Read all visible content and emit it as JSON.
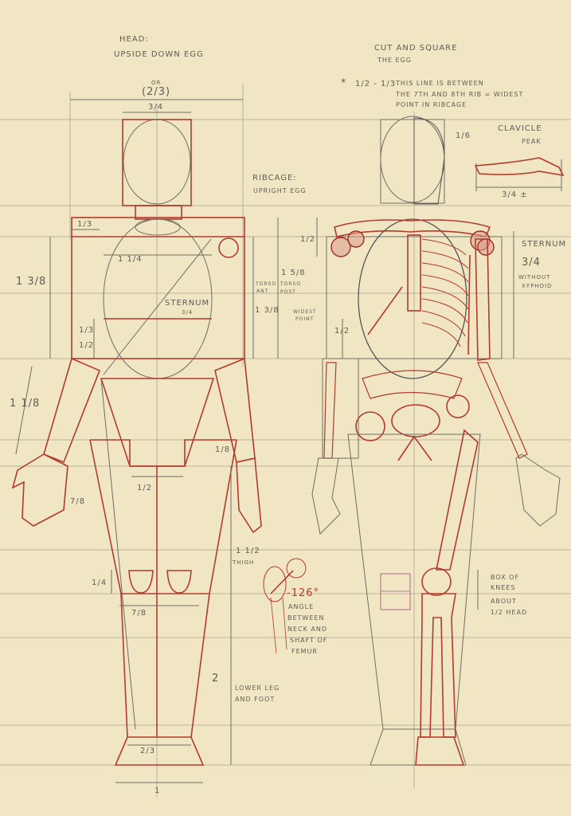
{
  "colors": {
    "paper": "#f1e6c3",
    "pencil": "#6f6c63",
    "red_pencil": "#b43a2c"
  },
  "left_figure": {
    "head_title": "HEAD:",
    "head_subtitle": "UPSIDE DOWN EGG",
    "or": "OR",
    "two_thirds_top": "(2/3)",
    "head_width": "3/4",
    "shoulder": "1/3",
    "torso_height": "1 3/8",
    "ribcage_width": "1 1/4",
    "sternum": "STERNUM",
    "sternum_value": "3/4",
    "third": "1/3",
    "half": "1/2",
    "upper_arm": "1 1/8",
    "hand": "7/8",
    "pelvis_width": "1/2",
    "hip_eighth": "1/8",
    "knee": "1/4",
    "knee_width": "7/8",
    "ankle": "2/3",
    "foot_width": "1",
    "thigh_value": "1 1/2",
    "thigh": "THIGH",
    "lower_leg_value": "2",
    "lower_leg": "LOWER LEG",
    "and_foot": "AND FOOT"
  },
  "middle": {
    "ribcage_title": "RIBCAGE:",
    "ribcage_subtitle": "UPRIGHT EGG",
    "torso_post_value": "1 5/8",
    "torso_ant": "TORSO",
    "torso_ant2": "ANT",
    "torso_post": "TORSO",
    "torso_post2": "POST",
    "torso_ant_value": "1 3/8",
    "femur_angle": "-126°",
    "angle_lines": [
      "ANGLE",
      "BETWEEN",
      "NECK AND",
      "SHAFT OF",
      "FEMUR"
    ]
  },
  "right_figure": {
    "cut_title": "CUT AND SQUARE",
    "cut_subtitle": "THE EGG",
    "note_star": "*",
    "note_fraction": "1/2 - 1/3",
    "note_lines": [
      "THIS LINE IS BETWEEN",
      "THE 7TH AND 8TH RIB = WIDEST",
      "POINT IN RIBCAGE"
    ],
    "head_sixth": "1/6",
    "clavicle": "CLAVICLE",
    "peak": "PEAK",
    "clavicle_width": "3/4 ±",
    "shoulder_half": "1/2",
    "widest": "WIDEST",
    "point": "POINT",
    "waist_half": "1/2",
    "sternum": "STERNUM",
    "sternum_value": "3/4",
    "without": "WITHOUT",
    "xyphoid": "XYPHOID",
    "box_of": "BOX OF",
    "knees": "KNEES",
    "about": "ABOUT",
    "half_head": "1/2 HEAD"
  }
}
